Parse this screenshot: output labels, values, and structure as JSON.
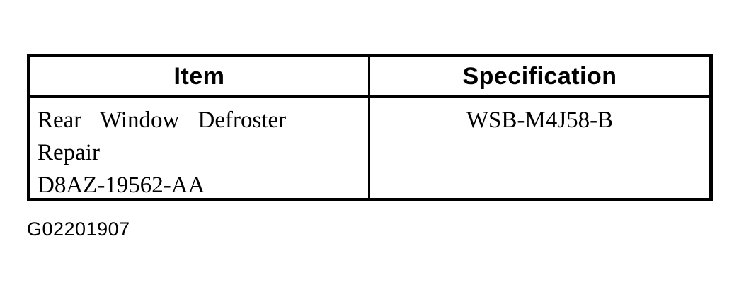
{
  "colors": {
    "ink": "#000000",
    "paper": "#ffffff"
  },
  "table": {
    "columns": [
      {
        "header": "Item"
      },
      {
        "header": "Specification"
      }
    ],
    "rows": [
      {
        "item_lines": [
          "Rear Window Defroster",
          "Repair",
          "D8AZ-19562-AA"
        ],
        "specification": "WSB-M4J58-B"
      }
    ]
  },
  "figure_id": "G02201907"
}
